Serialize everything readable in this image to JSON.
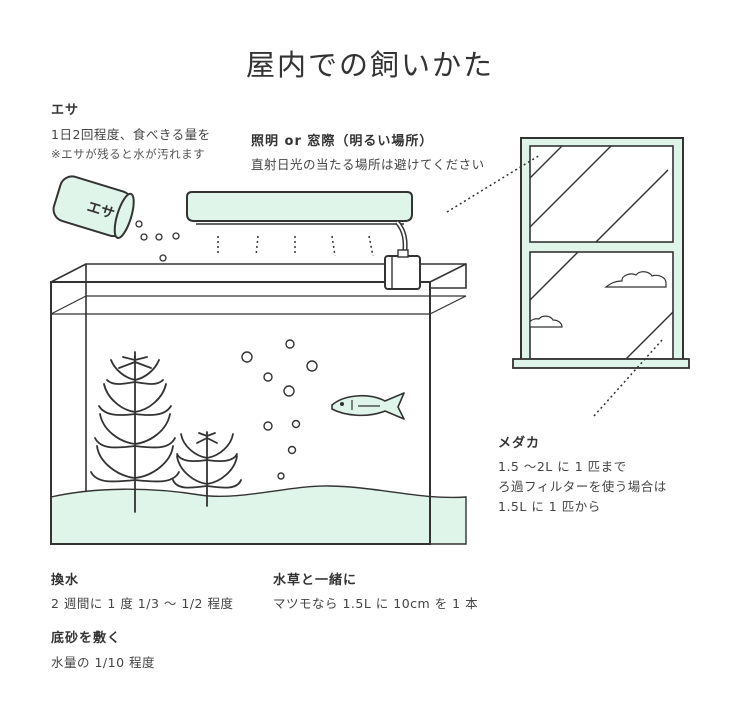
{
  "title": "屋内での飼いかた",
  "feed": {
    "heading": "エサ",
    "line1": "1日2回程度、食べきる量を",
    "note": "※エサが残ると水が汚れます",
    "can_label": "エサ"
  },
  "lighting": {
    "heading": "照明 or 窓際（明るい場所）",
    "line1": "直射日光の当たる場所は避けてください"
  },
  "medaka": {
    "heading": "メダカ",
    "line1": "1.5 ～2L に 1 匹まで",
    "line2": "ろ過フィルターを使う場合は",
    "line3": "1.5L に 1 匹から"
  },
  "water_change": {
    "heading": "換水",
    "line1": "2 週間に 1 度 1/3 ～ 1/2 程度"
  },
  "water_plant": {
    "heading": "水草と一緒に",
    "line1": "マツモなら 1.5L に 10cm を 1 本"
  },
  "sand": {
    "heading": "底砂を敷く",
    "line1": "水量の 1/10 程度"
  },
  "colors": {
    "mint": "#dff5ea",
    "line": "#333333",
    "text": "#444444"
  }
}
